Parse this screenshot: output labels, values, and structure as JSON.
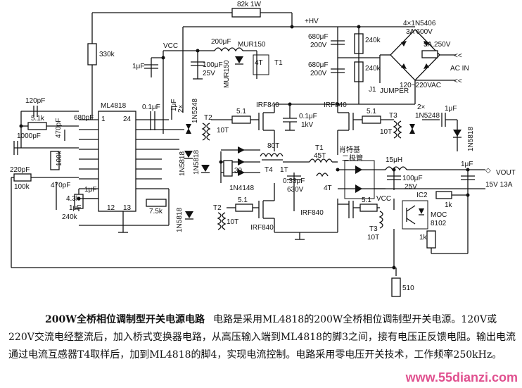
{
  "caption": {
    "title": "200W全桥相位调制型开关电源电路",
    "body": "电路是采用ML4818的200W全桥相位调制型开关电源。120V或220V交流电经整流后，加入桥式变换器电路，从高压输入端到ML4818的脚3之间，接有电压正反馈电阻。输出电流通过电流互感器T4取样后，加到ML4818的脚4，实现电流控制。电路采用零电压开关技术，工作频率250kHz。"
  },
  "watermark": "www.55dianzi.com",
  "labels": {
    "ic": "ML4818",
    "pin24": "24",
    "pin1": "1",
    "pin12": "12",
    "pin13": "13",
    "r82k": "82k 1W",
    "hv": "+HV",
    "r330k": "330k",
    "vcc": "VCC",
    "l200": "200μF",
    "mur150a": "MUR150",
    "mur150b": "MUR150",
    "c1u_a": "1μF",
    "c100u": "100μF",
    "v25": "25V",
    "t1a": "T1",
    "c680a": "680μF",
    "v200a": "200V",
    "c680b": "680μF",
    "v200b": "200V",
    "r240a": "240k",
    "r240b": "240k",
    "bridge": "4×1N5406",
    "bridge2": "3A 600V",
    "fuse": "5A,250V",
    "acin": "AC IN",
    "j1": "J1",
    "jumper": "JUMPER",
    "vac": "120~220VAC",
    "c120p": "120pF",
    "r5_1k": "5.1k",
    "c1000p": "1000pF",
    "c680p": "680pF",
    "c470p": "470pF",
    "r100k_a": "100k",
    "c220p": "220pF",
    "r100k_b": "100k",
    "c470pb": "470pF",
    "c1u_b": "1μF",
    "r4_3k": "4.3k",
    "c1u_c": "1μF",
    "r240c": "240k",
    "r7_5k": "7.5k",
    "c0_1u": "0.1μF",
    "c1u_d": "1μF",
    "d2x": "2×",
    "n5248": "1N5248",
    "t2a": "T2",
    "t10a": "10T",
    "n5818a": "1N5818",
    "n5818b": "1N5818",
    "r5_1a": "5.1",
    "irf_a": "IRF840",
    "c0_1k": "0.1μF",
    "v1kv": "1kV",
    "irf_b": "IRF840",
    "r5_1b": "5.1",
    "t3a": "T3",
    "t10b": "10T",
    "d2xb": "2×",
    "n5248b": "1N5248",
    "c1u_e": "1μF",
    "n5818c": "1N5818",
    "t80": "80T",
    "r39": "39",
    "n4148": "1N4148",
    "t4": "T4",
    "t1t": "1T",
    "t1b": "T1",
    "t45": "45T",
    "c033": "0.33μF",
    "v630": "630V",
    "t4t": "4T",
    "schottky": "肖特基",
    "schottky2": "二极管",
    "l15": "15μH",
    "c100ub": "100μF",
    "v25b": "25V",
    "c1u_f": "1μF",
    "vout": "VOUT",
    "vout2": "15V 13A",
    "t2b": "T2",
    "r5_1c": "5.1",
    "t10c": "10T",
    "irf_c": "IRF840",
    "irf_d": "IRF840",
    "r5_1d": "5.1",
    "t3b": "T3",
    "t10d": "10T",
    "vcc2": "VCC",
    "ic2": "IC2",
    "r1k_a": "1k",
    "moc": "MOC",
    "moc2": "8102",
    "r1k_b": "1k",
    "n5818d": "1N5818",
    "r510": "510"
  }
}
